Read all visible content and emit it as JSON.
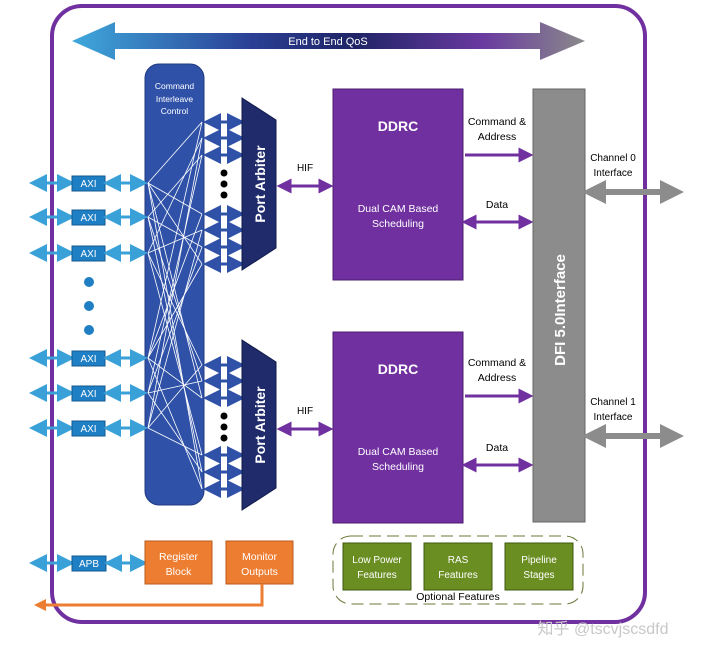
{
  "qos_label": "End to End QoS",
  "interleave": [
    "Command",
    "Interleave",
    "Control"
  ],
  "axi_label": "AXI",
  "apb_label": "APB",
  "port_arbiter": "Port Arbiter",
  "hif": "HIF",
  "ddrc": {
    "title": "DDRC",
    "line1": "Dual CAM Based",
    "line2": "Scheduling"
  },
  "cmd_addr": [
    "Command &",
    "Address"
  ],
  "data_label": "Data",
  "dfi": "DFI 5.0Interface",
  "channel0": [
    "Channel 0",
    "Interface"
  ],
  "channel1": [
    "Channel 1",
    "Interface"
  ],
  "register_block": [
    "Register",
    "Block"
  ],
  "monitor_outputs": [
    "Monitor",
    "Outputs"
  ],
  "optional": {
    "label": "Optional Features",
    "items": [
      [
        "Low Power",
        "Features"
      ],
      [
        "RAS",
        "Features"
      ],
      [
        "Pipeline",
        "Stages"
      ]
    ]
  },
  "watermark": "知乎 @tscvjscsdfd",
  "colors": {
    "purple": "#7030a0",
    "blue": "#2f52a8",
    "navy": "#1f2b6b",
    "grey": "#8c8c8c",
    "orange": "#ed7d31",
    "green": "#6b8e23",
    "axi": "#1f7fc4"
  }
}
